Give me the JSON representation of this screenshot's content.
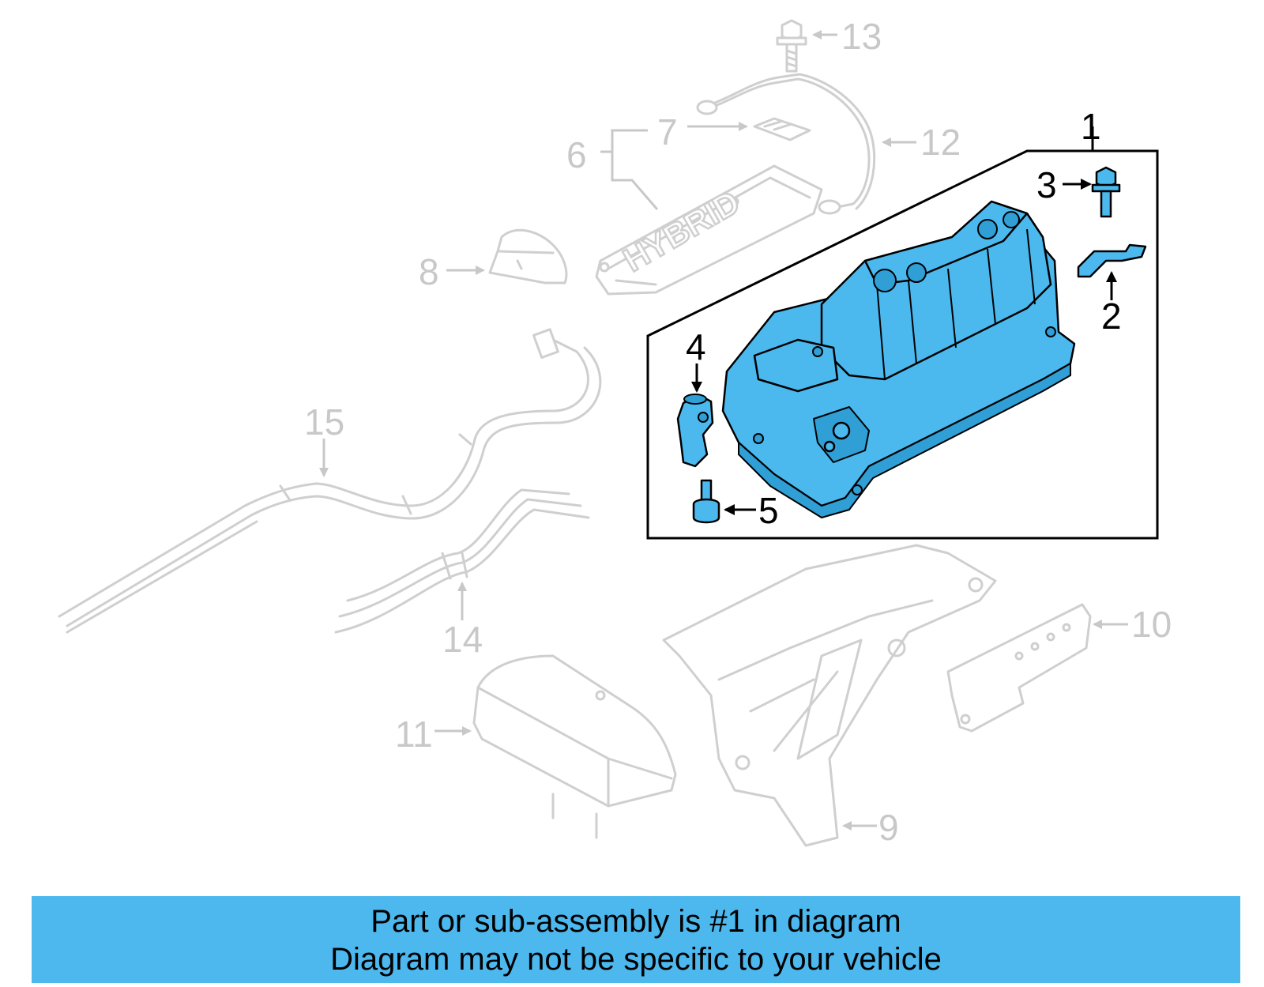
{
  "callouts": {
    "c1": "1",
    "c2": "2",
    "c3": "3",
    "c4": "4",
    "c5": "5",
    "c6": "6",
    "c7": "7",
    "c8": "8",
    "c9": "9",
    "c10": "10",
    "c11": "11",
    "c12": "12",
    "c13": "13",
    "c14": "14",
    "c15": "15"
  },
  "cover_label": "HYBRID",
  "highlight_color": "#4bb8ee",
  "banner": {
    "line1": "Part or sub-assembly is #1 in diagram",
    "line2": "Diagram may not be specific to your vehicle"
  }
}
